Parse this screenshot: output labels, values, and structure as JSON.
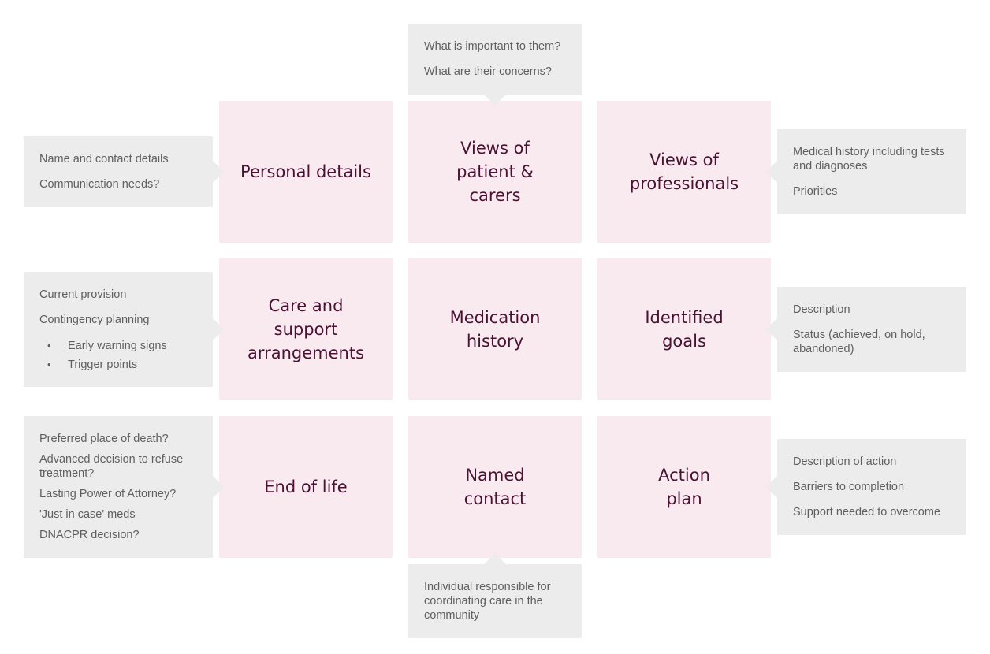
{
  "tiles": {
    "personal_details": "Personal details",
    "views_of_patient": "Views of patient & carers",
    "views_of_professionals": "Views of professionals",
    "care_and_support": "Care and support arrangements",
    "medication_history": "Medication history",
    "identified_goals": "Identified goals",
    "end_of_life": "End of life",
    "named_contact": "Named contact",
    "action_plan": "Action plan"
  },
  "notes": {
    "views_of_patient": [
      "What is important to them?",
      "What are their concerns?"
    ],
    "personal_details": [
      "Name and contact details",
      "Communication needs?"
    ],
    "views_of_professionals": [
      "Medical history including tests and diagnoses",
      "Priorities"
    ],
    "care_and_support": {
      "items": [
        "Current provision",
        "Contingency planning"
      ],
      "bullets": [
        "Early warning signs",
        "Trigger points"
      ]
    },
    "identified_goals": [
      "Description",
      "Status (achieved, on hold, abandoned)"
    ],
    "end_of_life": [
      "Preferred place of death?",
      "Advanced decision to refuse treatment?",
      "Lasting Power of Attorney?",
      "'Just in case' meds",
      "DNACPR decision?"
    ],
    "action_plan": [
      "Description of action",
      "Barriers to completion",
      "Support needed to overcome"
    ],
    "named_contact": [
      "Individual responsible for coordinating care in the community"
    ]
  },
  "colors": {
    "tile_bg": "#f9eaf0",
    "tile_text": "#4a1133",
    "note_bg": "#ececec",
    "note_text": "#5f5f5f"
  }
}
